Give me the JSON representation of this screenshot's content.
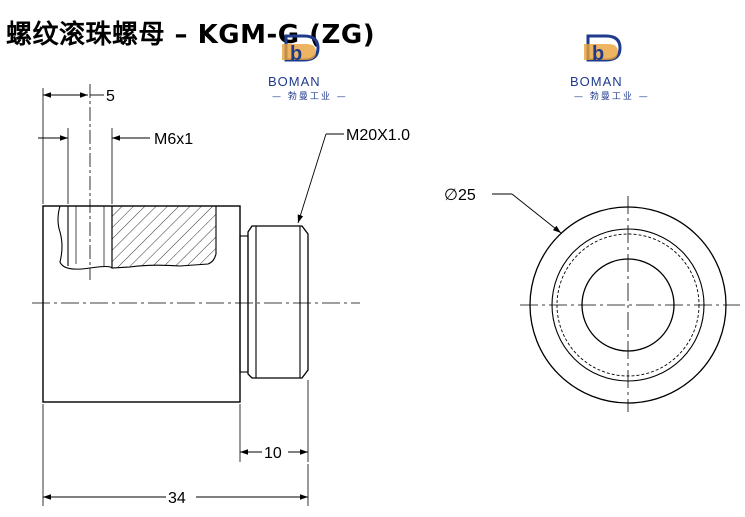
{
  "title": "螺纹滚珠螺母 – KGM-G (ZG)",
  "logo": {
    "brand": "BOMAN",
    "sub": "— 勃曼工业 —",
    "color": "#1f3b8c",
    "accent": "#e8a33a"
  },
  "dimensions": {
    "d5": "5",
    "m6": "M6x1",
    "thread": "M20X1.0",
    "dia": "∅25",
    "d10": "10",
    "d34": "34"
  }
}
